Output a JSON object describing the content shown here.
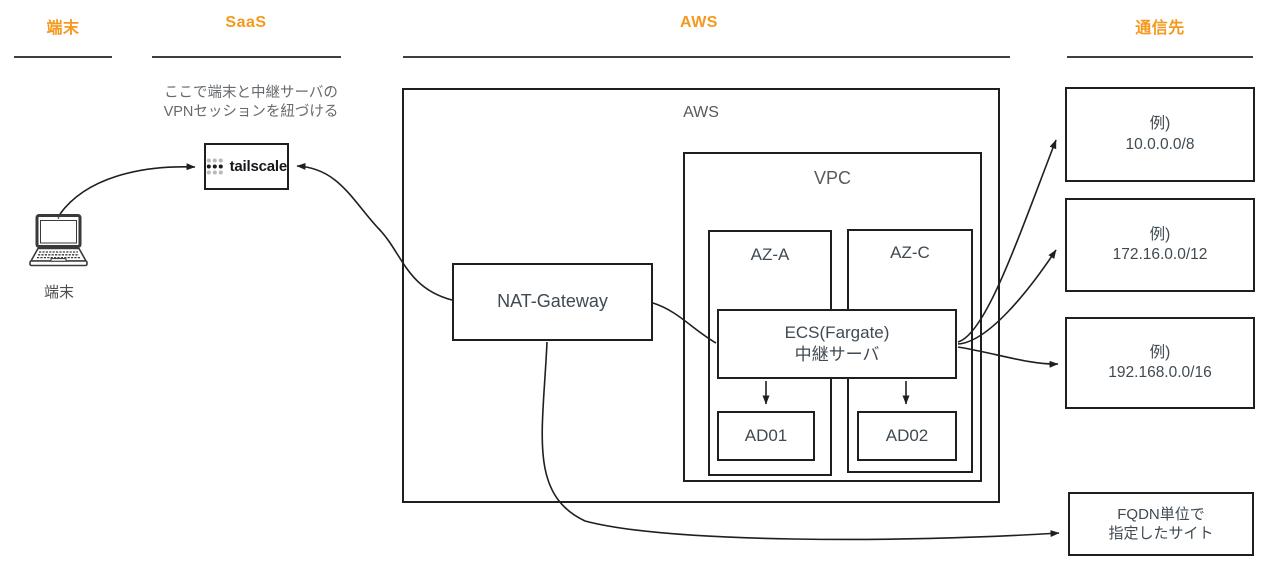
{
  "palette": {
    "accent_orange": "#f5991d",
    "line_black": "#1f1f1f",
    "label_gray": "#595959",
    "node_text": "#3f4a52"
  },
  "columns": [
    {
      "label": "端末"
    },
    {
      "label": "SaaS"
    },
    {
      "label": "AWS"
    },
    {
      "label": "通信先"
    }
  ],
  "annotation": {
    "line1": "ここで端末と中継サーバの",
    "line2": "VPNセッションを紐づける"
  },
  "device": {
    "label": "端末",
    "icon": "laptop-icon"
  },
  "saas": {
    "brand": "tailscale",
    "icon": "tailscale-logo"
  },
  "aws": {
    "frame_label": "AWS",
    "nat_label": "NAT-Gateway",
    "vpc": {
      "frame_label": "VPC",
      "az_a_label": "AZ-A",
      "az_c_label": "AZ-C",
      "ecs_line1": "ECS(Fargate)",
      "ecs_line2": "中継サーバ",
      "ad01_label": "AD01",
      "ad02_label": "AD02"
    }
  },
  "destinations": [
    {
      "line1": "例)",
      "line2": "10.0.0.0/8"
    },
    {
      "line1": "例)",
      "line2": "172.16.0.0/12"
    },
    {
      "line1": "例)",
      "line2": "192.168.0.0/16"
    }
  ],
  "fqdn_site": {
    "line1": "FQDN単位で",
    "line2": "指定したサイト"
  }
}
